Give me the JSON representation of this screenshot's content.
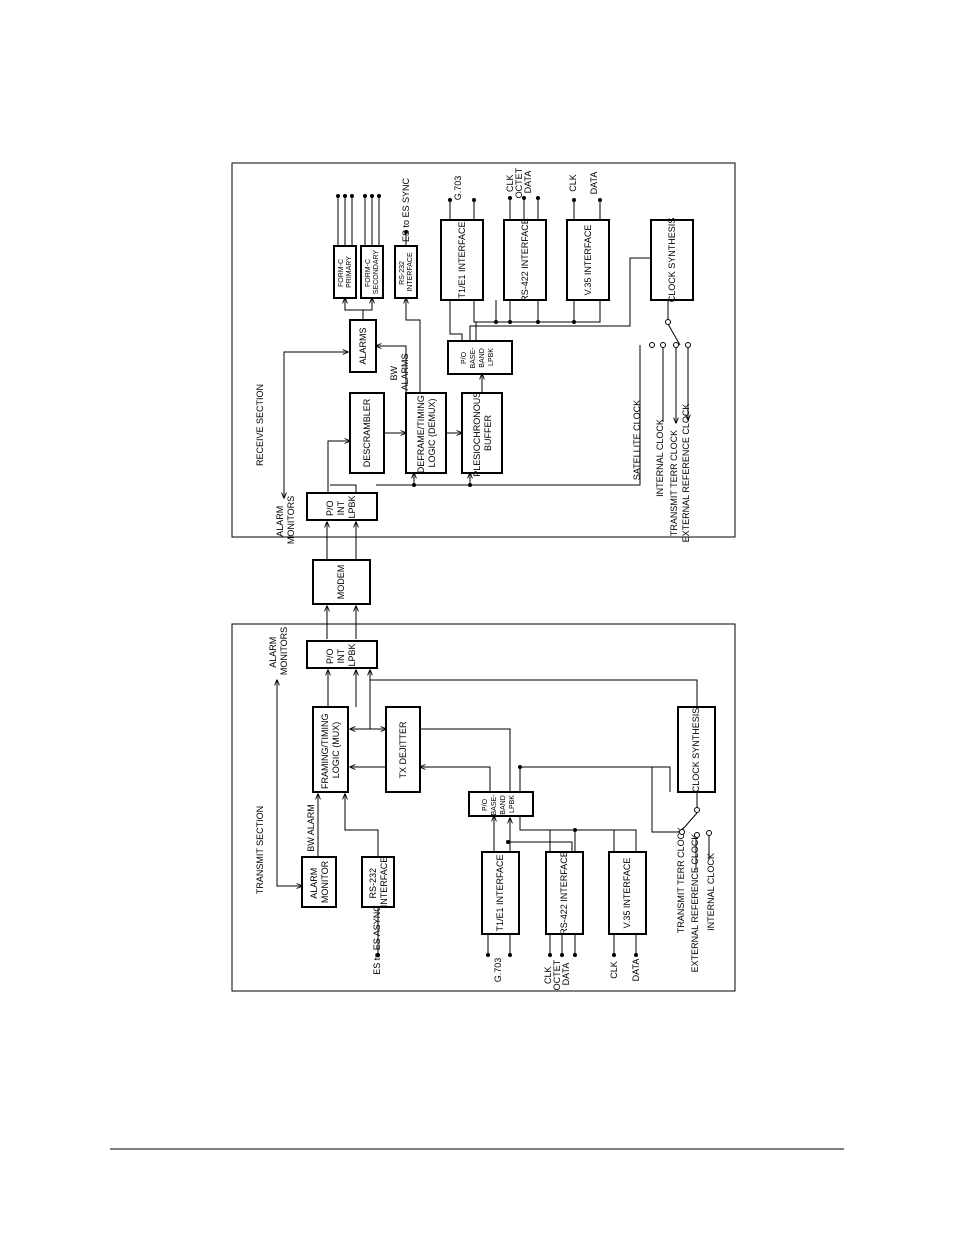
{
  "receive_section": {
    "title": "RECEIVE SECTION",
    "alarm_monitors": [
      "ALARM",
      "MONITORS"
    ],
    "bw_alarms": [
      "BW",
      "ALARMS"
    ],
    "blocks": {
      "po_int_lpbk": [
        "P/O",
        "INT",
        "LPBK"
      ],
      "descrambler": [
        "DESCRAMBLER"
      ],
      "deframe": [
        "DEFRAME/TIMING",
        "LOGIC (DEMUX)"
      ],
      "plesio": [
        "PLESIOCHRONOUS",
        "BUFFER"
      ],
      "po_baseband": [
        "P/O",
        "BASE-",
        "BAND",
        "LPBK"
      ],
      "alarms": [
        "ALARMS"
      ],
      "formc_primary": [
        "FORM-C",
        "PRIMARY"
      ],
      "formc_secondary": [
        "FORM-C",
        "SECONDARY"
      ],
      "rs232": [
        "RS-232",
        "INTERFACE"
      ],
      "t1e1": [
        "T1/E1 INTERFACE"
      ],
      "rs422": [
        "RS-422 INTERFACE"
      ],
      "v35": [
        "V.35 INTERFACE"
      ],
      "clock_synthesis": [
        "CLOCK SYNTHESIS"
      ]
    },
    "signals": {
      "es_sync": "ES to ES SYNC",
      "g703": "G.703",
      "clk_octet_data": [
        "CLK",
        "OCTET",
        "DATA"
      ],
      "clk": "CLK",
      "data": "DATA"
    },
    "clocks": [
      "SATELLITE CLOCK",
      "INTERNAL CLOCK",
      "TRANSMIT TERR CLOCK",
      "EXTERNAL REFERENCE CLOCK"
    ]
  },
  "modem": [
    "MODEM"
  ],
  "transmit_section": {
    "title": "TRANSMIT SECTION",
    "alarm_monitors": [
      "ALARM",
      "MONITORS"
    ],
    "bw_alarm": "BW ALARM",
    "blocks": {
      "po_int_lpbk": [
        "P/O",
        "INT",
        "LPBK"
      ],
      "framing": [
        "FRAMING/TIMING",
        "LOGIC (MUX)"
      ],
      "alarm_monitor": [
        "ALARM",
        "MONITOR"
      ],
      "rs232": [
        "RS-232",
        "INTERFACE"
      ],
      "tx_dejitter": [
        "TX DEJITTER"
      ],
      "po_baseband": [
        "P/O",
        "BASE-",
        "BAND",
        "LPBK"
      ],
      "t1e1": [
        "T1/E1 INTERFACE"
      ],
      "rs422": [
        "RS-422 INTERFACE"
      ],
      "v35": [
        "V.35 INTERFACE"
      ],
      "clock_synthesis": [
        "CLOCK SYNTHESIS"
      ]
    },
    "signals": {
      "es_async": "ES to ES ASYNC",
      "g703": "G.703",
      "clk_octet_data": [
        "CLK",
        "OCTET",
        "DATA"
      ],
      "clk": "CLK",
      "data": "DATA"
    },
    "clocks": [
      "TRANSMIT TERR CLOCK",
      "EXTERNAL REFERENCE CLOCK",
      "INTERNAL CLOCK"
    ]
  }
}
